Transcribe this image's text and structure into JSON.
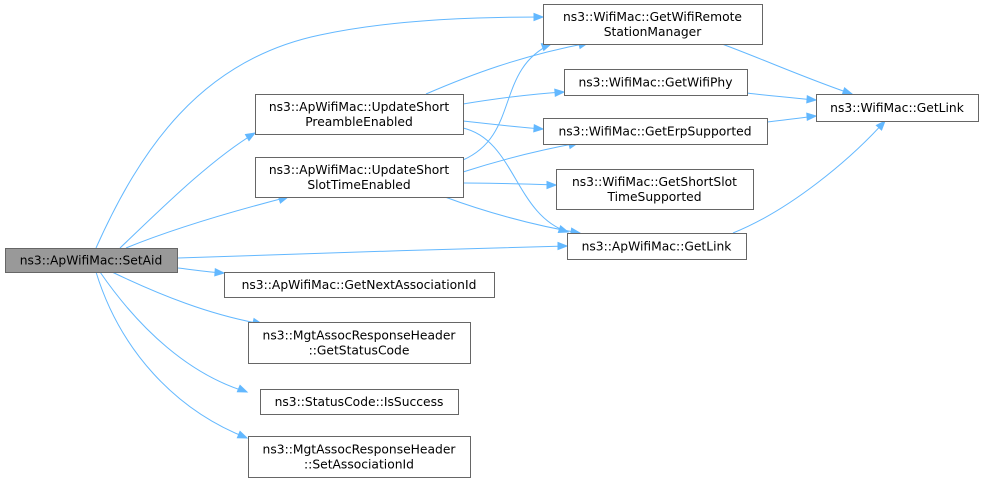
{
  "graph": {
    "nodes": [
      {
        "id": "setaid",
        "lines": [
          "ns3::ApWifiMac::SetAid"
        ],
        "root": true
      },
      {
        "id": "upd_preamble",
        "lines": [
          "ns3::ApWifiMac::UpdateShort",
          "PreambleEnabled"
        ]
      },
      {
        "id": "upd_slot",
        "lines": [
          "ns3::ApWifiMac::UpdateShort",
          "SlotTimeEnabled"
        ]
      },
      {
        "id": "get_next_assoc",
        "lines": [
          "ns3::ApWifiMac::GetNextAssociationId"
        ]
      },
      {
        "id": "get_status_code",
        "lines": [
          "ns3::MgtAssocResponseHeader",
          "::GetStatusCode"
        ]
      },
      {
        "id": "is_success",
        "lines": [
          "ns3::StatusCode::IsSuccess"
        ]
      },
      {
        "id": "set_assoc_id",
        "lines": [
          "ns3::MgtAssocResponseHeader",
          "::SetAssociationId"
        ]
      },
      {
        "id": "get_rsm",
        "lines": [
          "ns3::WifiMac::GetWifiRemote",
          "StationManager"
        ]
      },
      {
        "id": "get_phy",
        "lines": [
          "ns3::WifiMac::GetWifiPhy"
        ]
      },
      {
        "id": "get_erp",
        "lines": [
          "ns3::WifiMac::GetErpSupported"
        ]
      },
      {
        "id": "get_shortslot",
        "lines": [
          "ns3::WifiMac::GetShortSlot",
          "TimeSupported"
        ]
      },
      {
        "id": "ap_getlink",
        "lines": [
          "ns3::ApWifiMac::GetLink"
        ]
      },
      {
        "id": "wifi_getlink",
        "lines": [
          "ns3::WifiMac::GetLink"
        ]
      }
    ],
    "edges": [
      {
        "from": "setaid",
        "to": "get_rsm"
      },
      {
        "from": "setaid",
        "to": "upd_preamble"
      },
      {
        "from": "setaid",
        "to": "upd_slot"
      },
      {
        "from": "setaid",
        "to": "ap_getlink"
      },
      {
        "from": "setaid",
        "to": "get_next_assoc"
      },
      {
        "from": "setaid",
        "to": "get_status_code"
      },
      {
        "from": "setaid",
        "to": "is_success"
      },
      {
        "from": "setaid",
        "to": "set_assoc_id"
      },
      {
        "from": "upd_preamble",
        "to": "get_rsm"
      },
      {
        "from": "upd_preamble",
        "to": "get_phy"
      },
      {
        "from": "upd_preamble",
        "to": "get_erp"
      },
      {
        "from": "upd_preamble",
        "to": "ap_getlink"
      },
      {
        "from": "upd_slot",
        "to": "get_rsm"
      },
      {
        "from": "upd_slot",
        "to": "get_erp"
      },
      {
        "from": "upd_slot",
        "to": "get_shortslot"
      },
      {
        "from": "upd_slot",
        "to": "ap_getlink"
      },
      {
        "from": "get_rsm",
        "to": "wifi_getlink"
      },
      {
        "from": "get_phy",
        "to": "wifi_getlink"
      },
      {
        "from": "get_erp",
        "to": "wifi_getlink"
      },
      {
        "from": "ap_getlink",
        "to": "wifi_getlink"
      }
    ],
    "colors": {
      "edge": "#63b8ff",
      "node_border": "#666666",
      "root_fill": "#999999",
      "node_fill": "#ffffff"
    }
  }
}
